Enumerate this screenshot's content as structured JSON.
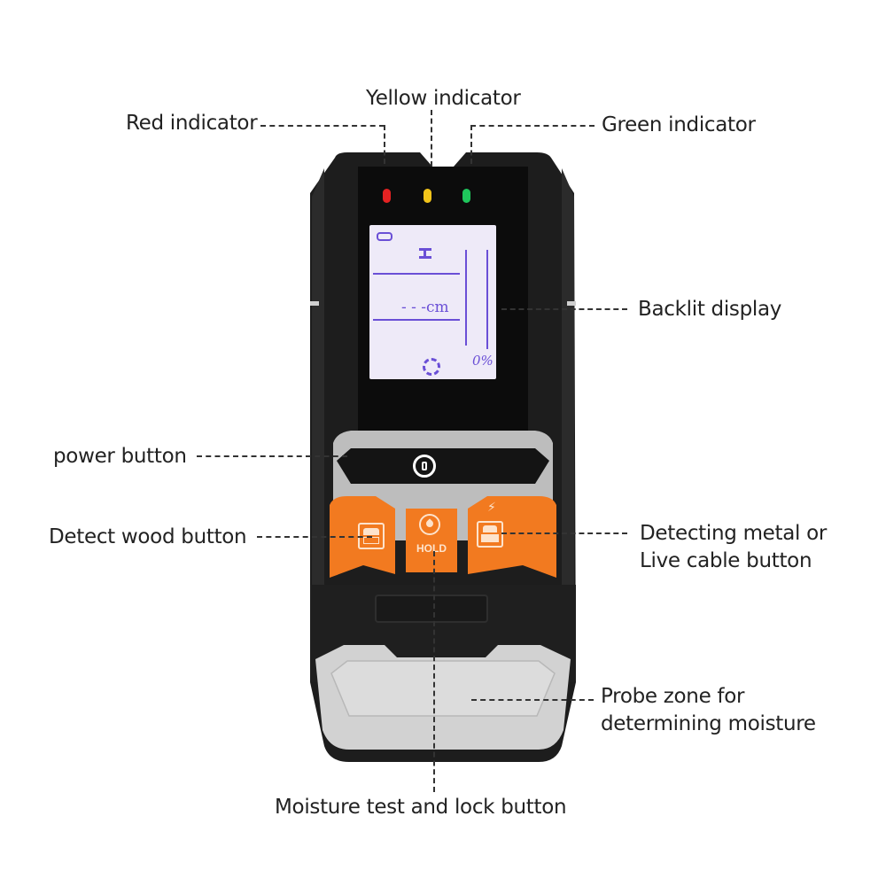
{
  "title": "Multifunction wall scanner / stud finder — component diagram",
  "colors": {
    "body": "#1f1f1f",
    "grey_trim": "#b9b9b9",
    "orange": "#f27a20",
    "lcd_bg": "#eeeaf8",
    "lcd_ink": "#6a4fd6",
    "led_red": "#e52222",
    "led_yellow": "#f2c41a",
    "led_green": "#1fc75c"
  },
  "callouts": {
    "red_indicator": "Red indicator",
    "yellow_indicator": "Yellow indicator",
    "green_indicator": "Green indicator",
    "backlit_display": "Backlit display",
    "power_button": "power button",
    "detect_wood_button": "Detect wood button",
    "detect_metal_line1": "Detecting metal or",
    "detect_metal_line2": "Live cable button",
    "probe_zone_line1": "Probe zone for",
    "probe_zone_line2": "determining moisture",
    "moisture_lock_button": "Moisture test and lock button"
  },
  "lcd": {
    "distance_value": "- - -cm",
    "moisture_value": "0%",
    "icons": [
      "battery-icon",
      "stud-beam-icon",
      "target-icon"
    ]
  },
  "buttons": {
    "hold_label": "HOLD"
  }
}
